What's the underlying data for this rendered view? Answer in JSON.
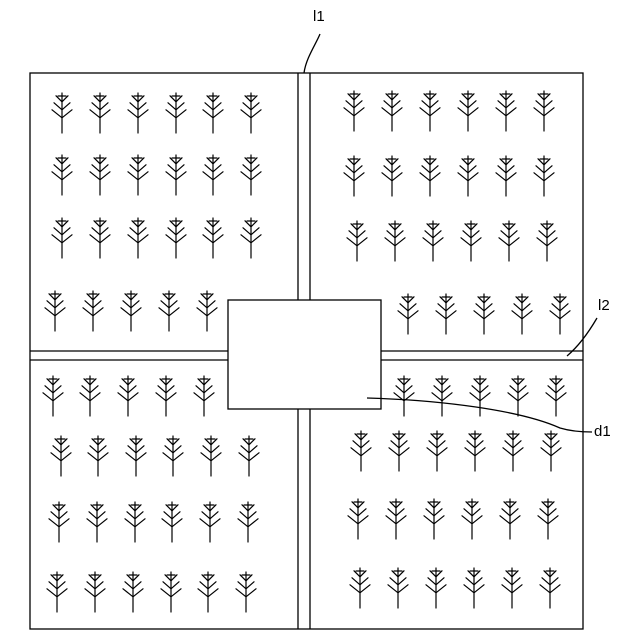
{
  "labels": {
    "l1": "l1",
    "l2": "l2",
    "d1": "d1"
  },
  "icons": {
    "tree": "tree-symbol-icon"
  },
  "colors": {
    "line": "#000000",
    "background": "#ffffff"
  }
}
